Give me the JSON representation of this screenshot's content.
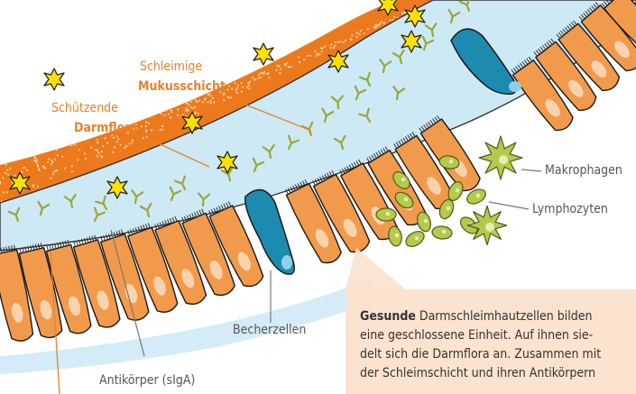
{
  "labels": {
    "mucus_line1": "Schleimige",
    "mucus_line2": "Mukusschicht",
    "flora_line1": "Schützende",
    "flora_line2": "Darmflora",
    "macrophages": "Makrophagen",
    "lymphocytes": "Lymphozyten",
    "goblet_cells": "Becherzellen",
    "antibodies": "Antikörper (sIgA)"
  },
  "info_box": {
    "lead": "Gesunde",
    "line1_rest": " Darmschleimhautzellen bilden",
    "line2": "eine geschlossene Einheit. Auf ihnen sie-",
    "line3": "delt sich die Darmflora an. Zusammen mit",
    "line4": "der Schleimschicht und ihren Antikörpern"
  },
  "colors": {
    "flora_orange": "#ec7a1c",
    "mucus_blue": "#cde9f5",
    "cell_orange": "#f29a4c",
    "nucleus": "#f9d3ae",
    "goblet_blue": "#1d8bb0",
    "immune_green": "#b5c94c",
    "star_yellow": "#ffe100",
    "label_orange": "#e8822b",
    "infobox_bg": "#fbe3cf"
  }
}
